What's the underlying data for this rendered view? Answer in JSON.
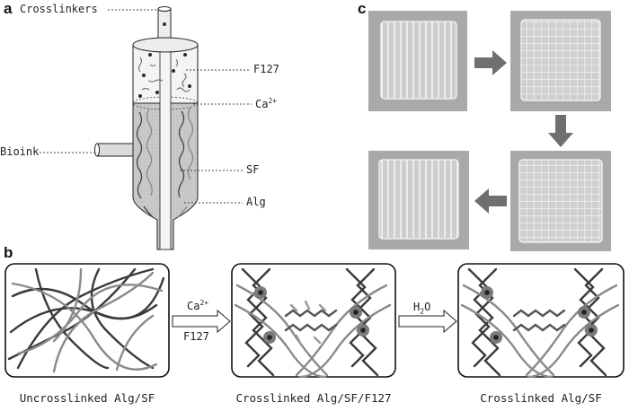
{
  "panels": {
    "a": {
      "letter": "a",
      "labels": {
        "crosslinkers": "Crosslinkers",
        "f127": "F127",
        "ca_base": "Ca",
        "ca_sup": "2+",
        "bioink": "Bioink",
        "sf": "SF",
        "alg": "Alg"
      }
    },
    "b": {
      "letter": "b",
      "arrow1": {
        "top_base": "Ca",
        "top_sup": "2+",
        "bottom": "F127"
      },
      "arrow2": {
        "top_base": "H",
        "top_sub": "2",
        "top_tail": "O"
      },
      "captions": [
        "Uncrosslinked Alg/SF",
        "Crosslinked Alg/SF/F127",
        "Crosslinked Alg/SF"
      ]
    },
    "c": {
      "letter": "c"
    }
  },
  "colors": {
    "dark_strand": "#3a3a3a",
    "light_strand": "#8a8a8a",
    "photo_bg": "#a9a9a9",
    "gel": "#d8d8d8",
    "arrow": "#6f6f6f"
  }
}
